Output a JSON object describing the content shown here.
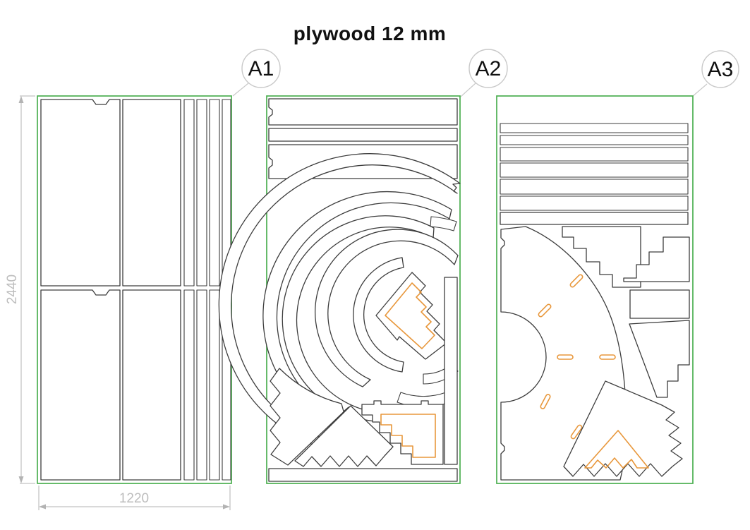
{
  "title": "plywood 12 mm",
  "sheets": [
    {
      "id": "A1",
      "label": "A1"
    },
    {
      "id": "A2",
      "label": "A2"
    },
    {
      "id": "A3",
      "label": "A3"
    }
  ],
  "dimensions": {
    "height_mm": "2440",
    "width_mm": "1220"
  },
  "colors": {
    "sheet_outline": "#4caf50",
    "part_outline": "#3d3d3d",
    "highlight": "#e8973b",
    "dimension": "#b3b3b3",
    "dimension_text": "#bdbdbd",
    "label_outline": "#c9c9c9"
  }
}
